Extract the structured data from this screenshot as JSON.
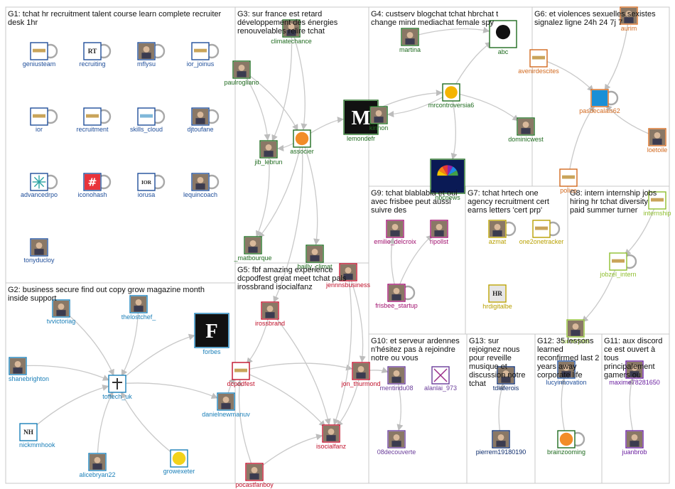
{
  "groups": [
    {
      "id": "G1",
      "title": [
        "G1: tchat hr recruitment talent course learn complete recruiter",
        "desk 1hr"
      ]
    },
    {
      "id": "G3",
      "title": [
        "G3: sur france est retard",
        "développement des énergies",
        "renouvelables relire tchat"
      ]
    },
    {
      "id": "G4",
      "title": [
        "G4: custserv blogchat tchat hbrchat t",
        "change mind mediachat female spy"
      ]
    },
    {
      "id": "G6",
      "title": [
        "G6: et violences sexuelles sexistes",
        "signalez ligne 24h 24 7j 7"
      ]
    },
    {
      "id": "G9",
      "title": [
        "G9: tchat blablabla et oui",
        "avec frisbee peut aussi",
        "suivre des"
      ]
    },
    {
      "id": "G7",
      "title": [
        "G7: tchat hrtech one",
        "agency recruitment cert",
        "earns letters 'cert prp'"
      ]
    },
    {
      "id": "G8",
      "title": [
        "G8: intern internship jobs",
        "hiring hr tchat diversity",
        "paid summer turner"
      ]
    },
    {
      "id": "G2",
      "title": [
        "G2: business secure find out copy grow magazine month",
        "inside support"
      ]
    },
    {
      "id": "G5",
      "title": [
        "G5: fbf amazing experience",
        "dcpodfest great meet tchat pals",
        "irossbrand isocialfanz"
      ]
    },
    {
      "id": "G10",
      "title": [
        "G10: et serveur ardennes",
        "n'hésitez pas à rejoindre",
        "notre ou vous"
      ]
    },
    {
      "id": "G13",
      "title": [
        "G13: sur",
        "rejoignez nous",
        "pour reveille",
        "musique et",
        "discussion notre",
        "tchat"
      ]
    },
    {
      "id": "G12",
      "title": [
        "G12: 35 lessons",
        "learned",
        "reconfirmed last 2",
        "years away",
        "corporate life"
      ]
    },
    {
      "id": "G11",
      "title": [
        "G11: aux discord",
        "ce est ouvert à",
        "tous",
        "principalement",
        "gamers ou"
      ]
    }
  ],
  "nodes": [
    {
      "id": "geniusteam",
      "label": "geniusteam",
      "icon": "org-logo",
      "color": "#1f4e9a",
      "self": true
    },
    {
      "id": "recruiting",
      "label": "recruiting",
      "icon": "rt-logo",
      "color": "#1f4e9a",
      "self": true
    },
    {
      "id": "mflysu",
      "label": "mflysu",
      "icon": "avatar",
      "color": "#1f4e9a",
      "self": true
    },
    {
      "id": "ior_joinus",
      "label": "ior_joinus",
      "icon": "org-logo",
      "color": "#1f4e9a",
      "self": true
    },
    {
      "id": "ior",
      "label": "ior",
      "icon": "org-logo",
      "color": "#1f4e9a",
      "self": true
    },
    {
      "id": "recruitment",
      "label": "recruitment",
      "icon": "org-logo",
      "color": "#1f4e9a",
      "self": true
    },
    {
      "id": "skills_cloud",
      "label": "skills_cloud",
      "icon": "cloud-logo",
      "color": "#1f4e9a",
      "self": true
    },
    {
      "id": "djtoufane",
      "label": "djtoufane",
      "icon": "avatar",
      "color": "#1f4e9a",
      "self": true
    },
    {
      "id": "advancedrpo",
      "label": "advancedrpo",
      "icon": "starburst-logo",
      "color": "#1f4e9a",
      "self": true
    },
    {
      "id": "iconohash",
      "label": "iconohash",
      "icon": "hash-logo",
      "color": "#1f4e9a",
      "self": true
    },
    {
      "id": "iorusa",
      "label": "iorusa",
      "icon": "ior-logo",
      "color": "#1f4e9a",
      "self": true
    },
    {
      "id": "lequincoach",
      "label": "lequincoach",
      "icon": "avatar",
      "color": "#1f4e9a",
      "self": true
    },
    {
      "id": "tonyducloy",
      "label": "tonyducloy",
      "icon": "avatar",
      "color": "#1f4e9a",
      "self": false
    },
    {
      "id": "paulrogliano",
      "label": "paulrogliano",
      "icon": "avatar",
      "color": "#1f6b1f",
      "self": false
    },
    {
      "id": "jib_lebrun",
      "label": "jib_lebrun",
      "icon": "avatar",
      "color": "#1f6b1f",
      "self": false
    },
    {
      "id": "associer",
      "label": "associer",
      "icon": "orange-logo",
      "color": "#1f6b1f",
      "self": false
    },
    {
      "id": "lemondefr",
      "label": "lemondefr",
      "icon": "lemonde-logo",
      "color": "#1f6b1f",
      "self": false
    },
    {
      "id": "_matbourque",
      "label": "_matbourque",
      "icon": "avatar",
      "color": "#1f6b1f",
      "self": false
    },
    {
      "id": "bailly_climat",
      "label": "bailly_climat",
      "icon": "avatar",
      "color": "#1f6b1f",
      "self": false
    },
    {
      "id": "climatechance",
      "label": "climatechance",
      "icon": "avatar",
      "color": "#1f6b1f",
      "self": false
    },
    {
      "id": "martina",
      "label": "martina",
      "icon": "avatar",
      "color": "#1f6b1f",
      "self": false
    },
    {
      "id": "abc",
      "label": "abc",
      "icon": "abc-logo",
      "color": "#1f6b1f",
      "self": false
    },
    {
      "id": "mrcontroversia6",
      "label": "mrcontroversia6",
      "icon": "emoji-avatar",
      "color": "#1f6b1f",
      "self": false
    },
    {
      "id": "kinnon",
      "label": "kinnon",
      "icon": "avatar",
      "color": "#1f6b1f",
      "self": false
    },
    {
      "id": "dominicwest",
      "label": "dominicwest",
      "icon": "avatar",
      "color": "#1f6b1f",
      "self": false
    },
    {
      "id": "nbcnews",
      "label": "nbcnews",
      "icon": "nbc-logo",
      "color": "#1f6b1f",
      "self": false
    },
    {
      "id": "aurim",
      "label": "aurim",
      "icon": "avatar",
      "color": "#d2691e",
      "self": false
    },
    {
      "id": "avenirdescites",
      "label": "avenirdescites",
      "icon": "org-logo",
      "color": "#d2691e",
      "self": false
    },
    {
      "id": "pasdecalais62",
      "label": "pasdecalais62",
      "icon": "dept62-logo",
      "color": "#d2691e",
      "self": true
    },
    {
      "id": "loetoile",
      "label": "loetoile",
      "icon": "avatar",
      "color": "#d2691e",
      "self": false
    },
    {
      "id": "police",
      "label": "police",
      "icon": "org-logo",
      "color": "#d2691e",
      "self": false
    },
    {
      "id": "emilie_delcroix",
      "label": "emilie_delcroix",
      "icon": "avatar",
      "color": "#a0106e",
      "self": false
    },
    {
      "id": "ripollst",
      "label": "ripollst",
      "icon": "avatar",
      "color": "#a0106e",
      "self": false
    },
    {
      "id": "frisbee_startup",
      "label": "frisbee_startup",
      "icon": "avatar",
      "color": "#a0106e",
      "self": true
    },
    {
      "id": "azmat",
      "label": "azmat",
      "icon": "avatar",
      "color": "#b8a000",
      "self": true
    },
    {
      "id": "one2onetracker",
      "label": "one2onetracker",
      "icon": "org-logo",
      "color": "#b8a000",
      "self": true
    },
    {
      "id": "hrdigitalbe",
      "label": "hrdigitalbe",
      "icon": "hr-logo",
      "color": "#b8a000",
      "self": false
    },
    {
      "id": "internship",
      "label": "internship",
      "icon": "org-logo",
      "color": "#8fbf2f",
      "self": false
    },
    {
      "id": "jobzel_intern",
      "label": "jobzel_intern",
      "icon": "org-logo",
      "color": "#8fbf2f",
      "self": true
    },
    {
      "id": "turnerjobs",
      "label": "turnerjobs",
      "icon": "avatar",
      "color": "#8fbf2f",
      "self": false
    },
    {
      "id": "thelostchef_",
      "label": "thelostchef_",
      "icon": "avatar",
      "color": "#1a7fb8",
      "self": false
    },
    {
      "id": "tvvictoriag",
      "label": "tvvictoriag",
      "icon": "avatar",
      "color": "#1a7fb8",
      "self": false
    },
    {
      "id": "forbes",
      "label": "forbes",
      "icon": "forbes-logo",
      "color": "#1a7fb8",
      "self": false
    },
    {
      "id": "shanebrighton",
      "label": "shanebrighton",
      "icon": "avatar",
      "color": "#1a7fb8",
      "self": false
    },
    {
      "id": "toftech_uk",
      "label": "toftech_uk",
      "icon": "cross-logo",
      "color": "#1a7fb8",
      "self": false
    },
    {
      "id": "danielnewmanuv",
      "label": "danielnewmanuv",
      "icon": "avatar",
      "color": "#1a7fb8",
      "self": false
    },
    {
      "id": "nickmmhook",
      "label": "nickmmhook",
      "icon": "nh-logo",
      "color": "#1a7fb8",
      "self": false
    },
    {
      "id": "alicebryan22",
      "label": "alicebryan22",
      "icon": "avatar",
      "color": "#1a7fb8",
      "self": false
    },
    {
      "id": "growexeter",
      "label": "growexeter",
      "icon": "yellow-logo",
      "color": "#1a7fb8",
      "self": false
    },
    {
      "id": "jennnsbusiness",
      "label": "jennnsbusiness",
      "icon": "avatar",
      "color": "#c0102a",
      "self": false
    },
    {
      "id": "irossbrand",
      "label": "irossbrand",
      "icon": "avatar",
      "color": "#c0102a",
      "self": false
    },
    {
      "id": "dcpodfest",
      "label": "dcpodfest",
      "icon": "org-logo",
      "color": "#c0102a",
      "self": false
    },
    {
      "id": "jon_thurmond",
      "label": "jon_thurmond",
      "icon": "avatar",
      "color": "#c0102a",
      "self": false
    },
    {
      "id": "isocialfanz",
      "label": "isocialfanz",
      "icon": "avatar",
      "color": "#c0102a",
      "self": false
    },
    {
      "id": "pocastfanboy",
      "label": "pocastfanboy",
      "icon": "avatar",
      "color": "#c0102a",
      "self": false
    },
    {
      "id": "mentindu08",
      "label": "mentindu08",
      "icon": "avatar",
      "color": "#6a3d9a",
      "self": false
    },
    {
      "id": "alanlai_973",
      "label": "alanlai_973",
      "icon": "cross-box-logo",
      "color": "#6a3d9a",
      "self": false
    },
    {
      "id": "08decouverte",
      "label": "08decouverte",
      "icon": "avatar",
      "color": "#6a3d9a",
      "self": false
    },
    {
      "id": "tdlaferois",
      "label": "tdlaferois",
      "icon": "avatar",
      "color": "#0b2a6b",
      "self": false
    },
    {
      "id": "pierrem19180190",
      "label": "pierrem19180190",
      "icon": "avatar",
      "color": "#0b2a6b",
      "self": false
    },
    {
      "id": "lucyinnovation",
      "label": "lucyinnovation",
      "icon": "avatar",
      "color": "#1f4e9a",
      "self": false
    },
    {
      "id": "brainzooming",
      "label": "brainzooming",
      "icon": "orange-logo",
      "color": "#1f6b1f",
      "self": true
    },
    {
      "id": "maxime78281650",
      "label": "maxime78281650",
      "icon": "avatar",
      "color": "#6a1fa0",
      "self": false
    },
    {
      "id": "juanbrob",
      "label": "juanbrob",
      "icon": "avatar",
      "color": "#6a1fa0",
      "self": false
    }
  ],
  "edges": [
    [
      "paulrogliano",
      "associer"
    ],
    [
      "paulrogliano",
      "jib_lebrun"
    ],
    [
      "associer",
      "jib_lebrun"
    ],
    [
      "climatechance",
      "associer"
    ],
    [
      "climatechance",
      "jib_lebrun"
    ],
    [
      "associer",
      "lemondefr"
    ],
    [
      "jib_lebrun",
      "_matbourque"
    ],
    [
      "associer",
      "bailly_climat"
    ],
    [
      "associer",
      "_matbourque"
    ],
    [
      "martina",
      "abc"
    ],
    [
      "mrcontroversia6",
      "abc"
    ],
    [
      "mrcontroversia6",
      "kinnon"
    ],
    [
      "mrcontroversia6",
      "dominicwest"
    ],
    [
      "mrcontroversia6",
      "nbcnews"
    ],
    [
      "aurim",
      "pasdecalais62"
    ],
    [
      "avenirdescites",
      "pasdecalais62"
    ],
    [
      "loetoile",
      "pasdecalais62"
    ],
    [
      "police",
      "pasdecalais62"
    ],
    [
      "frisbee_startup",
      "emilie_delcroix"
    ],
    [
      "frisbee_startup",
      "ripollst"
    ],
    [
      "internship",
      "jobzel_intern"
    ],
    [
      "jobzel_intern",
      "turnerjobs"
    ],
    [
      "tvvictoriag",
      "toftech_uk"
    ],
    [
      "thelostchef_",
      "toftech_uk"
    ],
    [
      "shanebrighton",
      "toftech_uk"
    ],
    [
      "nickmmhook",
      "toftech_uk"
    ],
    [
      "alicebryan22",
      "toftech_uk"
    ],
    [
      "growexeter",
      "toftech_uk"
    ],
    [
      "toftech_uk",
      "danielnewmanuv"
    ],
    [
      "toftech_uk",
      "forbes"
    ],
    [
      "irossbrand",
      "dcpodfest"
    ],
    [
      "irossbrand",
      "isocialfanz"
    ],
    [
      "dcpodfest",
      "jon_thurmond"
    ],
    [
      "jon_thurmond",
      "isocialfanz"
    ],
    [
      "dcpodfest",
      "isocialfanz"
    ],
    [
      "pocastfanboy",
      "dcpodfest"
    ],
    [
      "jennnsbusiness",
      "isocialfanz"
    ],
    [
      "jennnsbusiness",
      "jon_thurmond"
    ],
    [
      "pocastfanboy",
      "isocialfanz"
    ],
    [
      "mentindu08",
      "08decouverte"
    ],
    [
      "pierrem19180190",
      "tdlaferois"
    ],
    [
      "brainzooming",
      "lucyinnovation"
    ],
    [
      "juanbrob",
      "maxime78281650"
    ],
    [
      "associer",
      "irossbrand"
    ],
    [
      "danielnewmanuv",
      "dcpodfest"
    ],
    [
      "jon_thurmond",
      "mentindu08"
    ],
    [
      "lemondefr",
      "mrcontroversia6"
    ]
  ]
}
